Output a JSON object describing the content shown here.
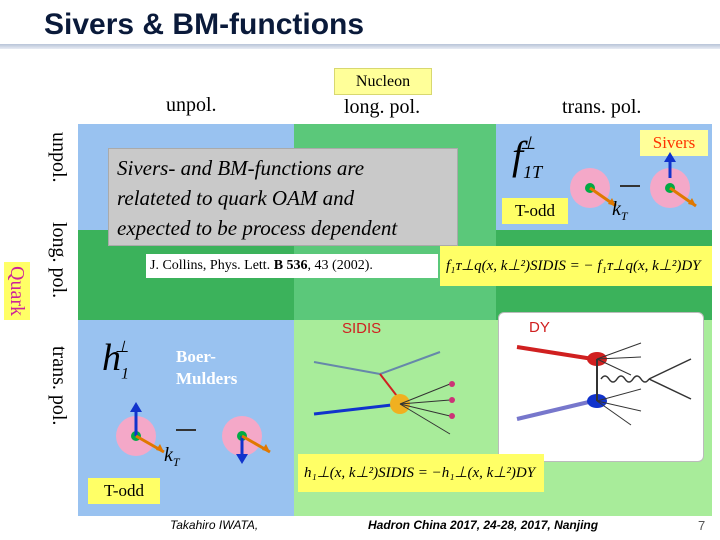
{
  "title": "Sivers & BM-functions",
  "header": {
    "nucleon_label": "Nucleon",
    "col_unpol": "unpol.",
    "col_long": "long. pol.",
    "col_trans": "trans. pol."
  },
  "rows": {
    "unpol": "unpol.",
    "long": "long. pol.",
    "trans": "trans. pol.",
    "group": "Quark"
  },
  "callout": {
    "line1": "Sivers- and BM-functions are",
    "line2": "relateted to quark OAM and",
    "line3": "expected to be process dependent"
  },
  "reference": {
    "authors": "J. Collins, Phys. Lett. ",
    "volume": "B 536",
    "rest": ", 43 (2002)."
  },
  "sivers": {
    "label": "Sivers",
    "todd": "T-odd",
    "func": "f",
    "func_sub": "1T",
    "kt": "k",
    "kt_sub": "T",
    "relation": "f₁ᴛ⊥q(x, k⊥²)SIDIS = − f₁ᴛ⊥q(x, k⊥²)DY"
  },
  "boer_mulders": {
    "label_line1": "Boer-",
    "label_line2": "Mulders",
    "todd": "T-odd",
    "func": "h",
    "func_sub": "1",
    "kt": "k",
    "kt_sub": "T",
    "relation": "h₁⊥(x, k⊥²)SIDIS = −h₁⊥(x, k⊥²)DY"
  },
  "processes": {
    "sidis": "SIDIS",
    "dy": "DY"
  },
  "footer": {
    "author": "Takahiro IWATA,",
    "event": "Hadron China 2017, 24-28, 2017, Nanjing",
    "page": "7"
  },
  "colors": {
    "blue_cell": "#99c2f0",
    "green_cell": "#5bc87a",
    "light_green": "#a8ec9a",
    "highlight": "#ffff99",
    "quark_text": "#cc2299"
  }
}
